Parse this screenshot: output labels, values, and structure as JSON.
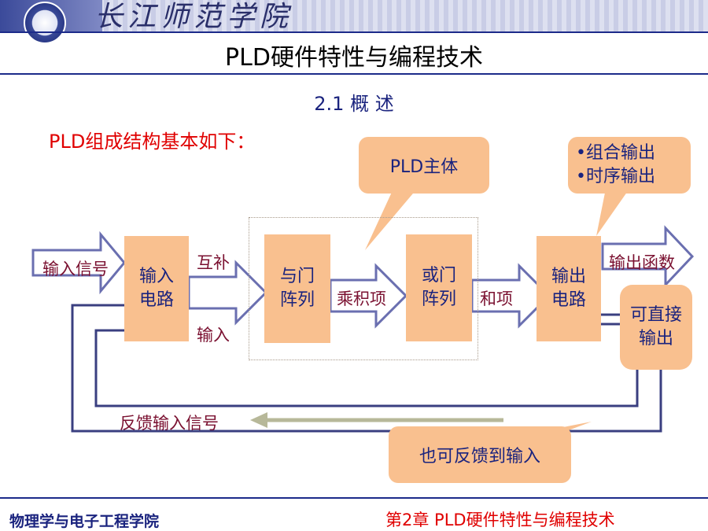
{
  "header": {
    "school": "长江师范学院"
  },
  "title": "PLD硬件特性与编程技术",
  "section": "2.1 概  述",
  "intro": "PLD组成结构基本如下：",
  "blocks": {
    "input_circuit": "输入\n电路",
    "and_array": "与门\n阵列",
    "or_array": "或门\n阵列",
    "output_circuit": "输出\n电路"
  },
  "labels": {
    "input_signal": "输入信号",
    "complement": "互补",
    "input": "输入",
    "product_terms": "乘积项",
    "sum_terms": "和项",
    "output_function": "输出函数",
    "feedback_input_signal": "反馈输入信号"
  },
  "callouts": {
    "pld_body": "PLD主体",
    "outputs": [
      "•组合输出",
      "•时序输出"
    ],
    "direct_output": "可直接\n输出",
    "feedback_back": "也可反馈到输入"
  },
  "footer": {
    "school": "物理学与电子工程学院",
    "chapter": "第2章   PLD硬件特性与编程技术"
  },
  "colors": {
    "block": "#f9c08f",
    "title_red": "#e00000",
    "navy": "#1a237e",
    "wire": "#3a3f80"
  }
}
